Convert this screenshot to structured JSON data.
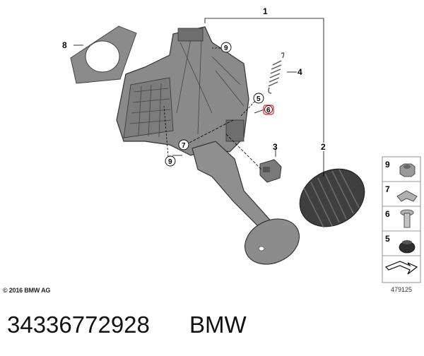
{
  "diagram": {
    "callouts": {
      "c1": "1",
      "c2": "2",
      "c3": "3",
      "c4": "4",
      "c5": "5",
      "c6": "6",
      "c7": "7",
      "c8": "8",
      "c9a": "9",
      "c9b": "9"
    },
    "legend": [
      {
        "num": "9",
        "icon": "nut-icon"
      },
      {
        "num": "7",
        "icon": "clip-icon"
      },
      {
        "num": "6",
        "icon": "bolt-icon"
      },
      {
        "num": "5",
        "icon": "grommet-icon"
      }
    ],
    "highlight_color": "#e8202a"
  },
  "footer": {
    "copyright": "© 2016 BMW AG",
    "drawing_number": "479125"
  },
  "caption": {
    "part_number": "34336772928",
    "brand": "BMW"
  }
}
